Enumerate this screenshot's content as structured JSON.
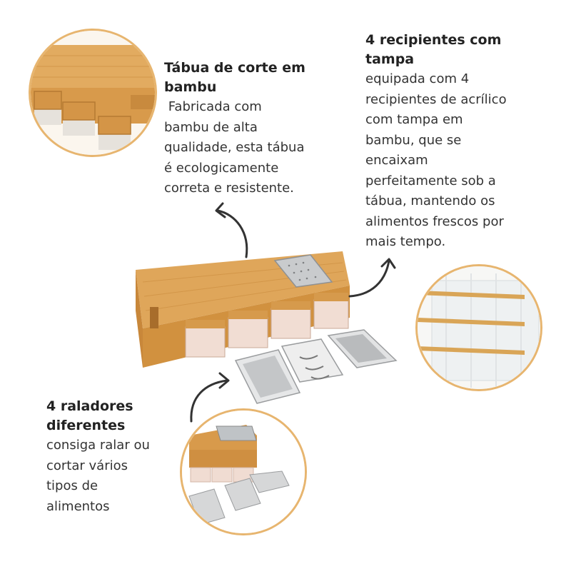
{
  "feature_board": {
    "heading": "Tábua de corte em bambu",
    "lines": [
      " Fabricada com",
      "bambu de alta",
      "qualidade, esta tábua",
      "é ecologicamente",
      "correta e resistente."
    ]
  },
  "feature_containers": {
    "heading": "4 recipientes com tampa",
    "lines": [
      "equipada com 4",
      "recipientes de acrílico",
      "com tampa em",
      "bambu, que se",
      "encaixam",
      "perfeitamente sob a",
      "tábua, mantendo os",
      "alimentos frescos por",
      "mais tempo."
    ]
  },
  "feature_graters": {
    "heading": "4 raladores diferentes",
    "lines": [
      "consiga ralar ou",
      "cortar vários",
      "tipos de",
      "alimentos"
    ]
  },
  "colors": {
    "accent_ring": "#e7b56f",
    "bamboo": "#d69a4c",
    "arrow": "#333333"
  },
  "icons": [
    "curved-arrow-icon"
  ]
}
